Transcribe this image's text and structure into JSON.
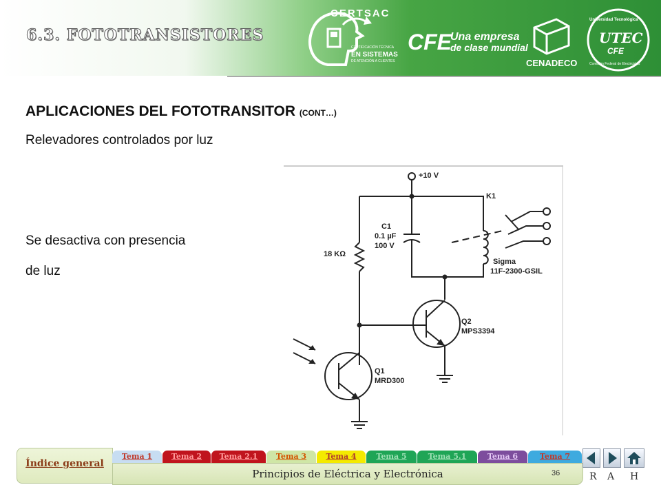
{
  "header": {
    "section_title": "6.3. FOTOTRANSISTORES",
    "logos": {
      "certsac": "CERTSAC",
      "certsac_line1": "CERTIFICACIÓN TÉCNICA",
      "certsac_line2": "EN SISTEMAS",
      "certsac_line3": "DE ATENCIÓN A CLIENTES",
      "cfe": "CFE",
      "cfe_slogan_1": "Una empresa",
      "cfe_slogan_2": "de clase mundial",
      "cenadeco": "CENADECO",
      "utec_top": "Universidad Tecnológica",
      "utec_bottom": "Comisión Federal de Electricidad",
      "utec_mark": "UTEC",
      "utec_cfe": "CFE"
    }
  },
  "content": {
    "heading": "APLICACIONES DEL FOTOTRANSITOR",
    "heading_small": "(CONT…)",
    "line1": "Relevadores controlados por luz",
    "line2": "Se desactiva con presencia",
    "line3": "de luz"
  },
  "circuit": {
    "vcc": "+10 V",
    "relay": "K1",
    "cap_name": "C1",
    "cap_value": "0.1 µF",
    "cap_voltage": "100 V",
    "resistor": "18 KΩ",
    "relay_model_1": "Sigma",
    "relay_model_2": "11F-2300-GSIL",
    "q2_name": "Q2",
    "q2_part": "MPS3394",
    "q1_name": "Q1",
    "q1_part": "MRD300"
  },
  "footer": {
    "index_label": "Índice general",
    "course_title": "Principios de Eléctrica y Electrónica",
    "page_number": "36",
    "tabs": [
      {
        "label": "Tema 1",
        "bg": "#c7ddf2",
        "color": "#c0392b"
      },
      {
        "label": "Tema 2",
        "bg": "#c0141d",
        "color": "#ff9a9a"
      },
      {
        "label": "Tema 2.1",
        "bg": "#c0141d",
        "color": "#ff9a9a"
      },
      {
        "label": "Tema 3",
        "bg": "#cfe6a6",
        "color": "#d35400"
      },
      {
        "label": "Tema 4",
        "bg": "#f4ea00",
        "color": "#b03a2e"
      },
      {
        "label": "Tema 5",
        "bg": "#1fa556",
        "color": "#9fe0b5"
      },
      {
        "label": "Tema 5.1",
        "bg": "#1fa556",
        "color": "#9fe0b5"
      },
      {
        "label": "Tema 6",
        "bg": "#7d4d9d",
        "color": "#e4c8f5"
      },
      {
        "label": "Tema 7",
        "bg": "#3eaadf",
        "color": "#c0392b"
      }
    ],
    "nav": {
      "r": "R",
      "a": "A",
      "h": "H"
    }
  },
  "colors": {
    "header_green": "#2e8f36",
    "footer_bg": "#dfeabf"
  }
}
